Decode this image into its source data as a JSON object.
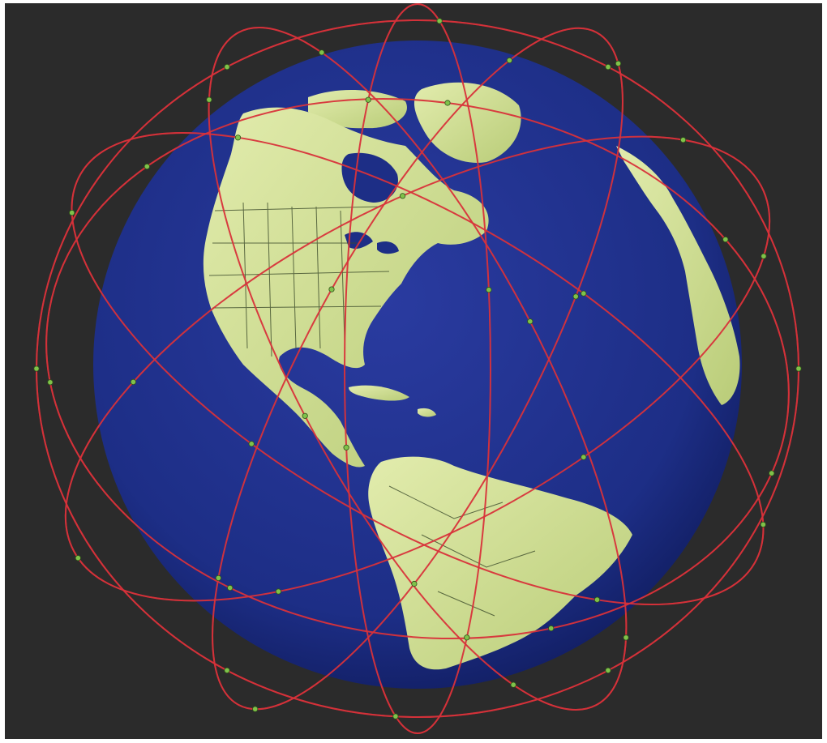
{
  "scene": {
    "subject": "globe-with-satellite-orbits",
    "colors": {
      "background": "#2b2b2b",
      "frame": "#ffffff",
      "ocean": "#1d2e86",
      "ocean_edge": "#0f1a5c",
      "land": "#c8d98a",
      "land_light": "#e4eeb0",
      "border_lines": "#3b4a2a",
      "orbit": "#d8323a",
      "satellite": "#7fc24a"
    },
    "orbit_count": 7,
    "satellite_count": 44
  }
}
